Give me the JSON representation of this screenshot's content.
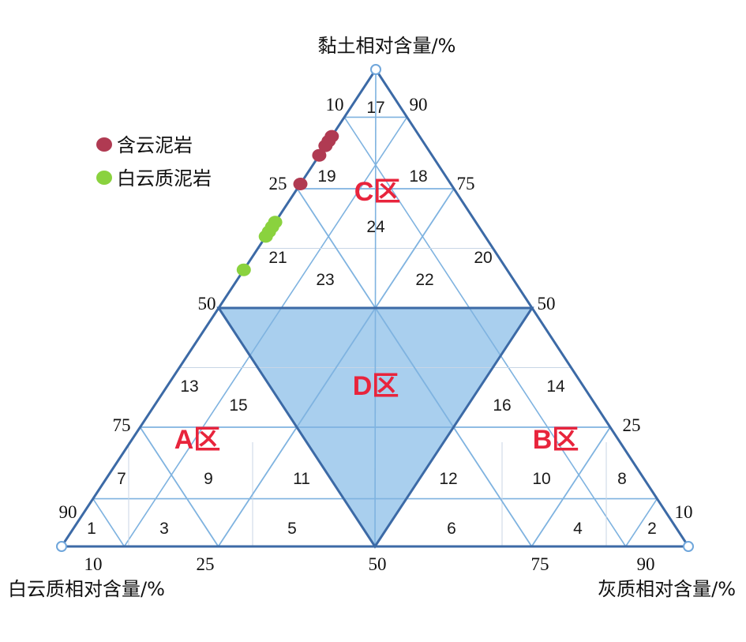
{
  "chart_data": {
    "type": "ternary",
    "axes": {
      "top": {
        "label": "黏土相对含量/%",
        "ticks": [
          "10",
          "25",
          "50",
          "75",
          "90"
        ]
      },
      "left": {
        "label": "白云质相对含量/%",
        "ticks": [
          "90",
          "75",
          "50",
          "25",
          "10"
        ]
      },
      "right": {
        "label": "灰质相对含量/%",
        "ticks": [
          "90",
          "75",
          "50",
          "25",
          "10"
        ]
      },
      "bottom_ticks": [
        "10",
        "25",
        "50",
        "75",
        "90"
      ]
    },
    "zones": [
      {
        "name": "A区",
        "color": "#e8243c"
      },
      {
        "name": "B区",
        "color": "#e8243c"
      },
      {
        "name": "C区",
        "color": "#e8243c"
      },
      {
        "name": "D区",
        "color": "#e8243c",
        "fill": "#a9cfee"
      }
    ],
    "cells": [
      "1",
      "2",
      "3",
      "4",
      "5",
      "6",
      "7",
      "8",
      "9",
      "10",
      "11",
      "12",
      "13",
      "14",
      "15",
      "16",
      "17",
      "18",
      "19",
      "20",
      "21",
      "22",
      "23",
      "24"
    ],
    "legend": [
      {
        "name": "含云泥岩",
        "color": "#b03a52"
      },
      {
        "name": "白云质泥岩",
        "color": "#8ad23e"
      }
    ],
    "series": [
      {
        "name": "含云泥岩",
        "color": "#b03a52",
        "points": [
          {
            "clay": 86,
            "dolomite": 14,
            "calcite": 0
          },
          {
            "clay": 85,
            "dolomite": 15,
            "calcite": 0
          },
          {
            "clay": 84,
            "dolomite": 16,
            "calcite": 0
          },
          {
            "clay": 82,
            "dolomite": 18,
            "calcite": 0
          },
          {
            "clay": 76,
            "dolomite": 24,
            "calcite": 0
          }
        ]
      },
      {
        "name": "白云质泥岩",
        "color": "#8ad23e",
        "points": [
          {
            "clay": 68,
            "dolomite": 32,
            "calcite": 0
          },
          {
            "clay": 67,
            "dolomite": 33,
            "calcite": 0
          },
          {
            "clay": 66,
            "dolomite": 34,
            "calcite": 0
          },
          {
            "clay": 65,
            "dolomite": 35,
            "calcite": 0
          },
          {
            "clay": 58,
            "dolomite": 42,
            "calcite": 0
          }
        ]
      }
    ],
    "colors": {
      "triangle": "#3c6aa6",
      "grid": "#7fb3e0",
      "minor_grid": "#c8d6e6",
      "d_zone_fill": "#a9cfee"
    }
  }
}
